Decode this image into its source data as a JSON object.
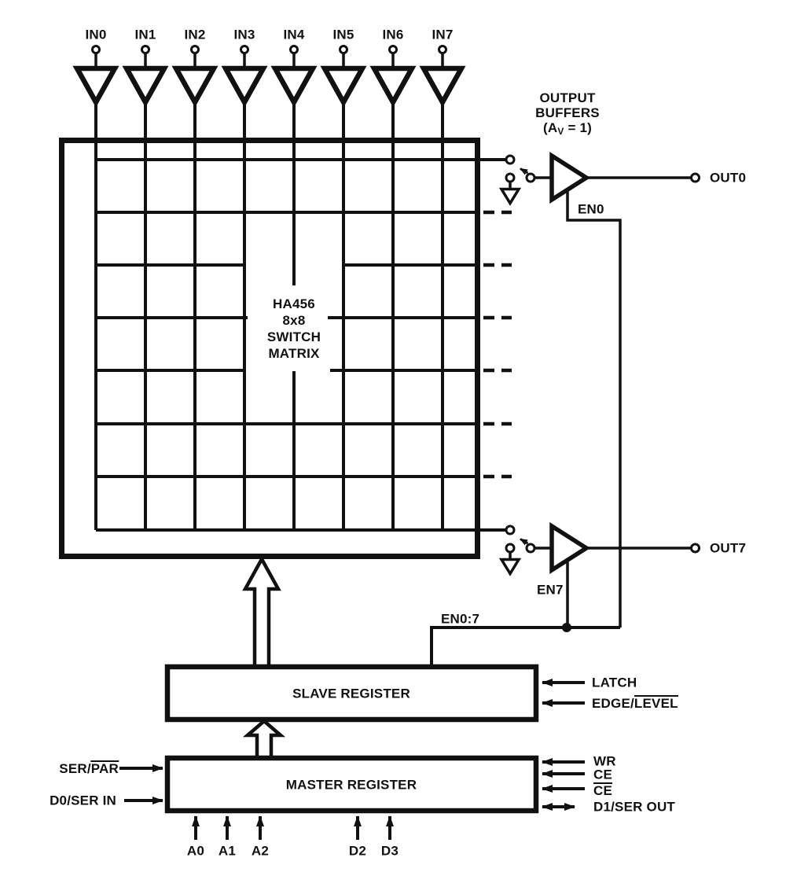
{
  "colors": {
    "ink": "#111111",
    "background": "#ffffff"
  },
  "output_buffers_note": {
    "line1": "OUTPUT",
    "line2": "BUFFERS",
    "gain_pre": "(A",
    "gain_sub": "V",
    "gain_post": " = 1)"
  },
  "inputs": {
    "labels": [
      "IN0",
      "IN1",
      "IN2",
      "IN3",
      "IN4",
      "IN5",
      "IN6",
      "IN7"
    ]
  },
  "matrix": {
    "line1": "HA456",
    "line2": "8x8",
    "line3": "SWITCH",
    "line4": "MATRIX"
  },
  "outputs": {
    "out0": "OUT0",
    "out7": "OUT7",
    "en0": "EN0",
    "en7": "EN7",
    "en_bus": "EN0:7"
  },
  "slave_register": {
    "title": "SLAVE REGISTER",
    "latch": "LATCH",
    "edge_pre": "EDGE/",
    "edge_ov": "LEVEL"
  },
  "master_register": {
    "title": "MASTER REGISTER",
    "wr": "WR",
    "ce": "CE",
    "ce_ov": "CE",
    "d1": "D1/SER OUT",
    "ser_pre": "SER/",
    "ser_ov": "PAR",
    "d0": "D0/SER IN",
    "bottom": [
      "A0",
      "A1",
      "A2",
      "D2",
      "D3"
    ]
  }
}
